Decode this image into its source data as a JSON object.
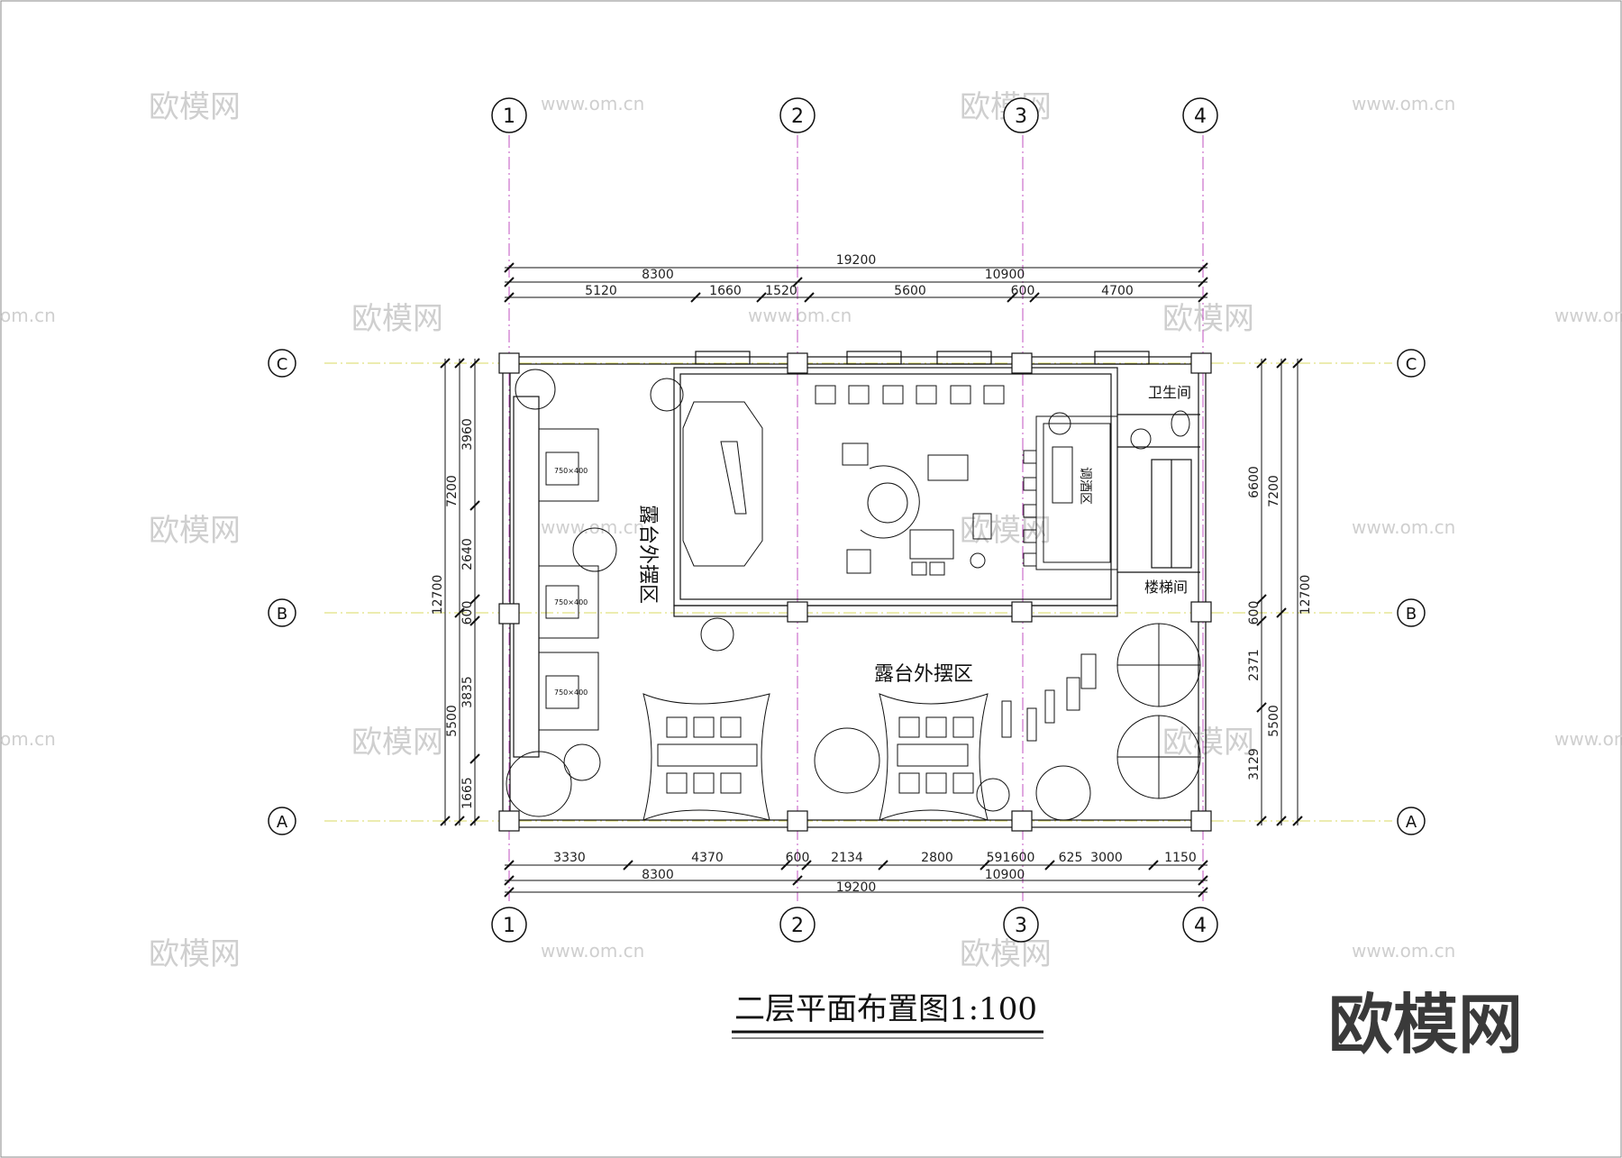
{
  "drawing": {
    "title": "二层平面布置图1:100",
    "brand": "欧模网"
  },
  "watermark": {
    "cn": "欧模网",
    "url": "www.om.cn",
    "url_partial": "om.cn"
  },
  "axes": {
    "columns": [
      "1",
      "2",
      "3",
      "4"
    ],
    "rows": [
      "A",
      "B",
      "C"
    ]
  },
  "rooms": {
    "terrace_west": "露台外摆区",
    "terrace_south": "露台外摆区",
    "toilet": "卫生间",
    "stairs": "楼梯间",
    "bar": "调酒区"
  },
  "dims_top": {
    "total": "19200",
    "sub1": "8300",
    "sub2": "10900",
    "d1": "5120",
    "d2": "1660",
    "d3": "1520",
    "d4": "5600",
    "d5": "600",
    "d6": "4700"
  },
  "dims_bottom": {
    "d1": "3330",
    "d2": "4370",
    "d3": "600",
    "d4": "2134",
    "d5": "2800",
    "d6": "591",
    "d7": "600",
    "d8": "625",
    "d9": "3000",
    "d10": "1150",
    "sub1": "8300",
    "sub2": "10900",
    "total": "19200"
  },
  "dims_left": {
    "total": "12700",
    "sub1": "7200",
    "sub2": "5500",
    "d1": "3960",
    "d2": "2640",
    "d3": "600",
    "d4": "3835",
    "d5": "1665"
  },
  "dims_right": {
    "total": "12700",
    "sub1": "7200",
    "sub2": "5500",
    "d1": "6600",
    "d2": "600",
    "d3": "2371",
    "d4": "3129"
  },
  "furniture": {
    "sofa_label": "750×400"
  }
}
